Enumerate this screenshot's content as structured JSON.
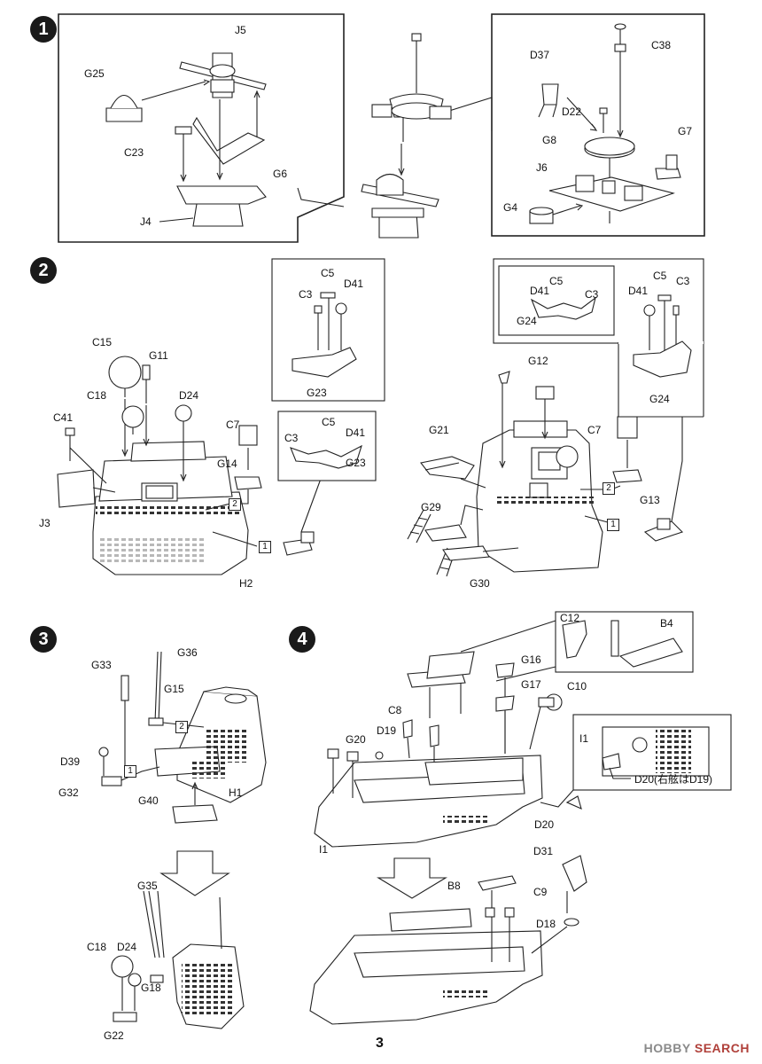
{
  "steps": [
    "1",
    "2",
    "3",
    "4"
  ],
  "step1": {
    "labels": {
      "J5": "J5",
      "G25": "G25",
      "C23": "C23",
      "G6": "G6",
      "J4": "J4",
      "D37": "D37",
      "C38": "C38",
      "D22": "D22",
      "G8": "G8",
      "G7": "G7",
      "J6": "J6",
      "G4": "G4"
    }
  },
  "step2": {
    "labels": {
      "C15": "C15",
      "G11": "G11",
      "C18": "C18",
      "D24": "D24",
      "C41": "C41",
      "C7": "C7",
      "G14": "G14",
      "J3": "J3",
      "H2": "H2",
      "box_C5": "C5",
      "box_C3": "C3",
      "box_D41": "D41",
      "box_G23": "G23",
      "sub_C3": "C3",
      "sub_C5": "C5",
      "sub_D41": "D41",
      "sub_G23": "G23",
      "r_D41a": "D41",
      "r_C5a": "C5",
      "r_C3a": "C3",
      "r_G24a": "G24",
      "r_D41b": "D41",
      "r_C5b": "C5",
      "r_C3b": "C3",
      "r_G24b": "G24",
      "G12": "G12",
      "G21": "G21",
      "C7b": "C7",
      "G13": "G13",
      "G29": "G29",
      "G30": "G30"
    },
    "callouts": {
      "c1a": "1",
      "c2a": "2",
      "c1b": "1",
      "c2b": "2"
    }
  },
  "step3": {
    "labels": {
      "G36": "G36",
      "G33": "G33",
      "G15": "G15",
      "D39": "D39",
      "G32": "G32",
      "H1": "H1",
      "G40": "G40",
      "G35": "G35",
      "C18": "C18",
      "D24": "D24",
      "G18": "G18",
      "G22": "G22"
    },
    "callouts": {
      "c2": "2",
      "c1": "1"
    }
  },
  "step4": {
    "labels": {
      "C12": "C12",
      "B4": "B4",
      "G16": "G16",
      "G17": "G17",
      "C10": "C10",
      "C8": "C8",
      "D19": "D19",
      "G20": "G20",
      "I1": "I1",
      "box_I1": "I1",
      "D20note": "D20(右舷はD19)",
      "D20": "D20",
      "D31": "D31",
      "B8": "B8",
      "C9": "C9",
      "D18": "D18"
    }
  },
  "footer": {
    "page_number": "3",
    "watermark_a": "HOBBY",
    "watermark_b": "SEARCH"
  }
}
